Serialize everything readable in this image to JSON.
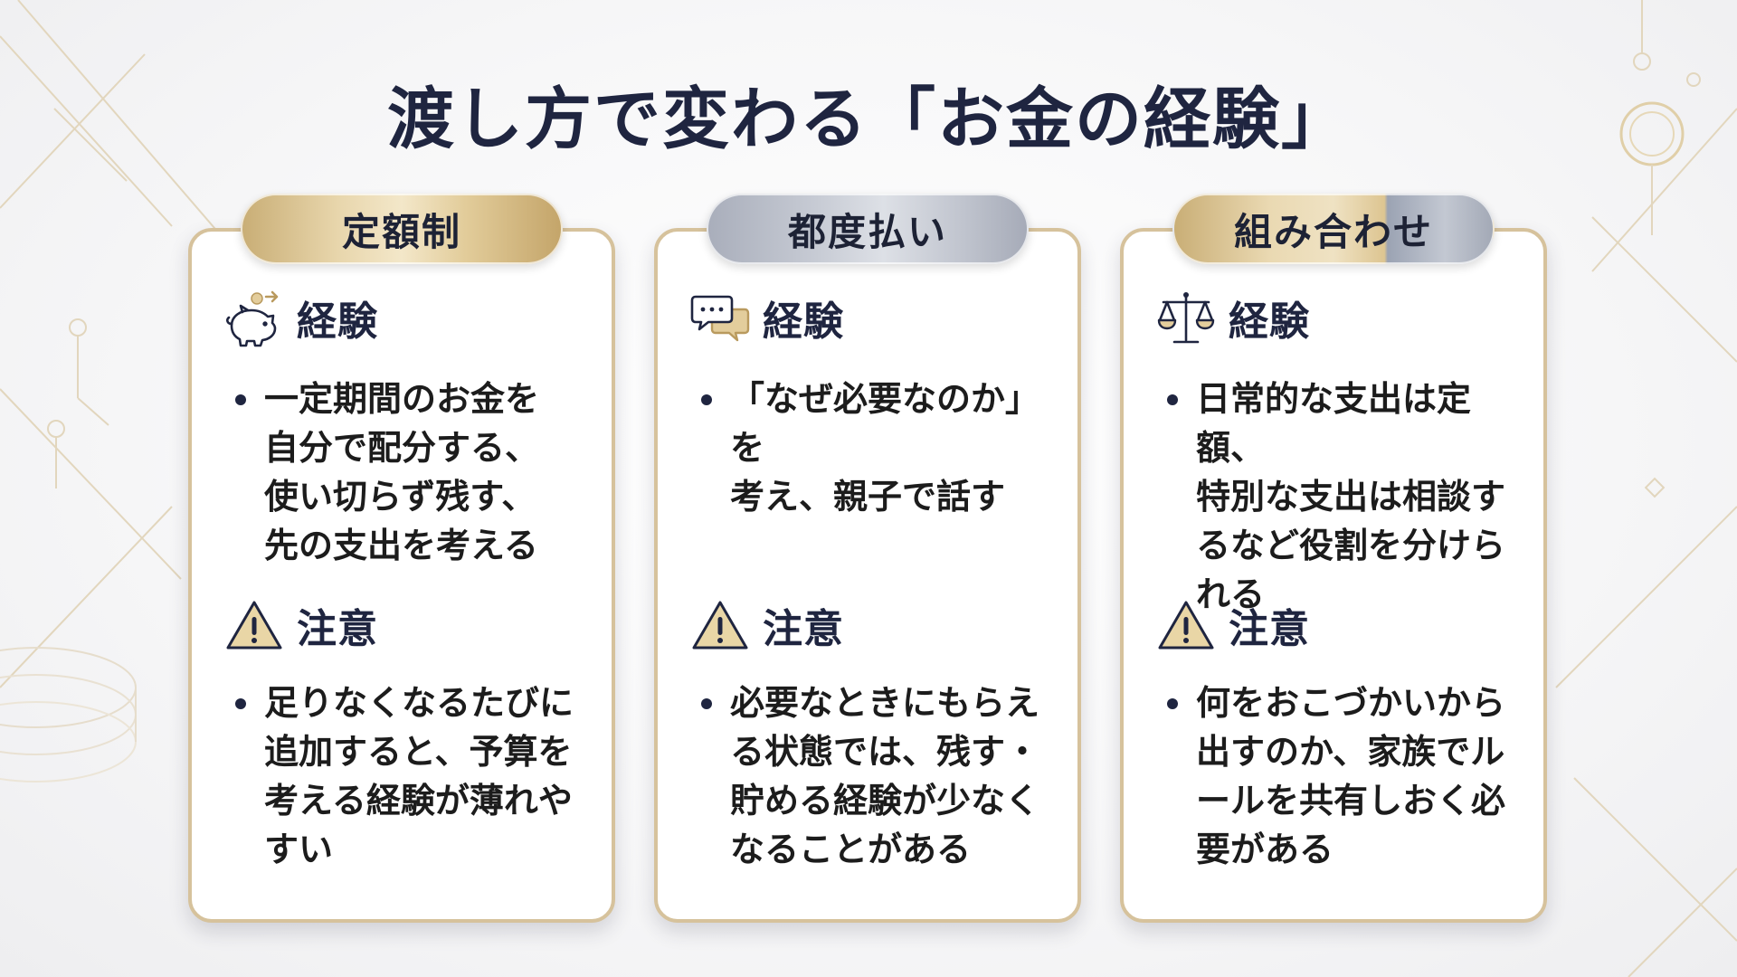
{
  "title": "渡し方で変わる「お金の経験」",
  "cards": [
    {
      "label": "定額制",
      "experience": {
        "heading": "経験",
        "icon": "piggy-bank-icon",
        "text": "一定期間のお金を\n自分で配分する、\n使い切らず残す、\n先の支出を考える"
      },
      "caution": {
        "heading": "注意",
        "icon": "warning-icon",
        "text": "足りなくなるたびに\n追加すると、予算を\n考える経験が薄れや\nすい"
      }
    },
    {
      "label": "都度払い",
      "experience": {
        "heading": "経験",
        "icon": "speech-bubbles-icon",
        "text": "「なぜ必要なのか」を\n考え、親子で話す"
      },
      "caution": {
        "heading": "注意",
        "icon": "warning-icon",
        "text": "必要なときにもらえ\nる状態では、残す・\n貯める経験が少なく\nなることがある"
      }
    },
    {
      "label": "組み合わせ",
      "experience": {
        "heading": "経験",
        "icon": "balance-scale-icon",
        "text": "日常的な支出は定額、\n特別な支出は相談す\nるなど役割を分けら\nれる"
      },
      "caution": {
        "heading": "注意",
        "icon": "warning-icon",
        "text": "何をおこづかいから\n出すのか、家族でル\nールを共有しおく必\n要がある"
      }
    }
  ],
  "colors": {
    "title": "#1f2540",
    "card_border": "#d6c29c",
    "gold": "#e3cd9c",
    "silver": "#c4c8d1",
    "warning_fill": "#e9d6a6"
  }
}
